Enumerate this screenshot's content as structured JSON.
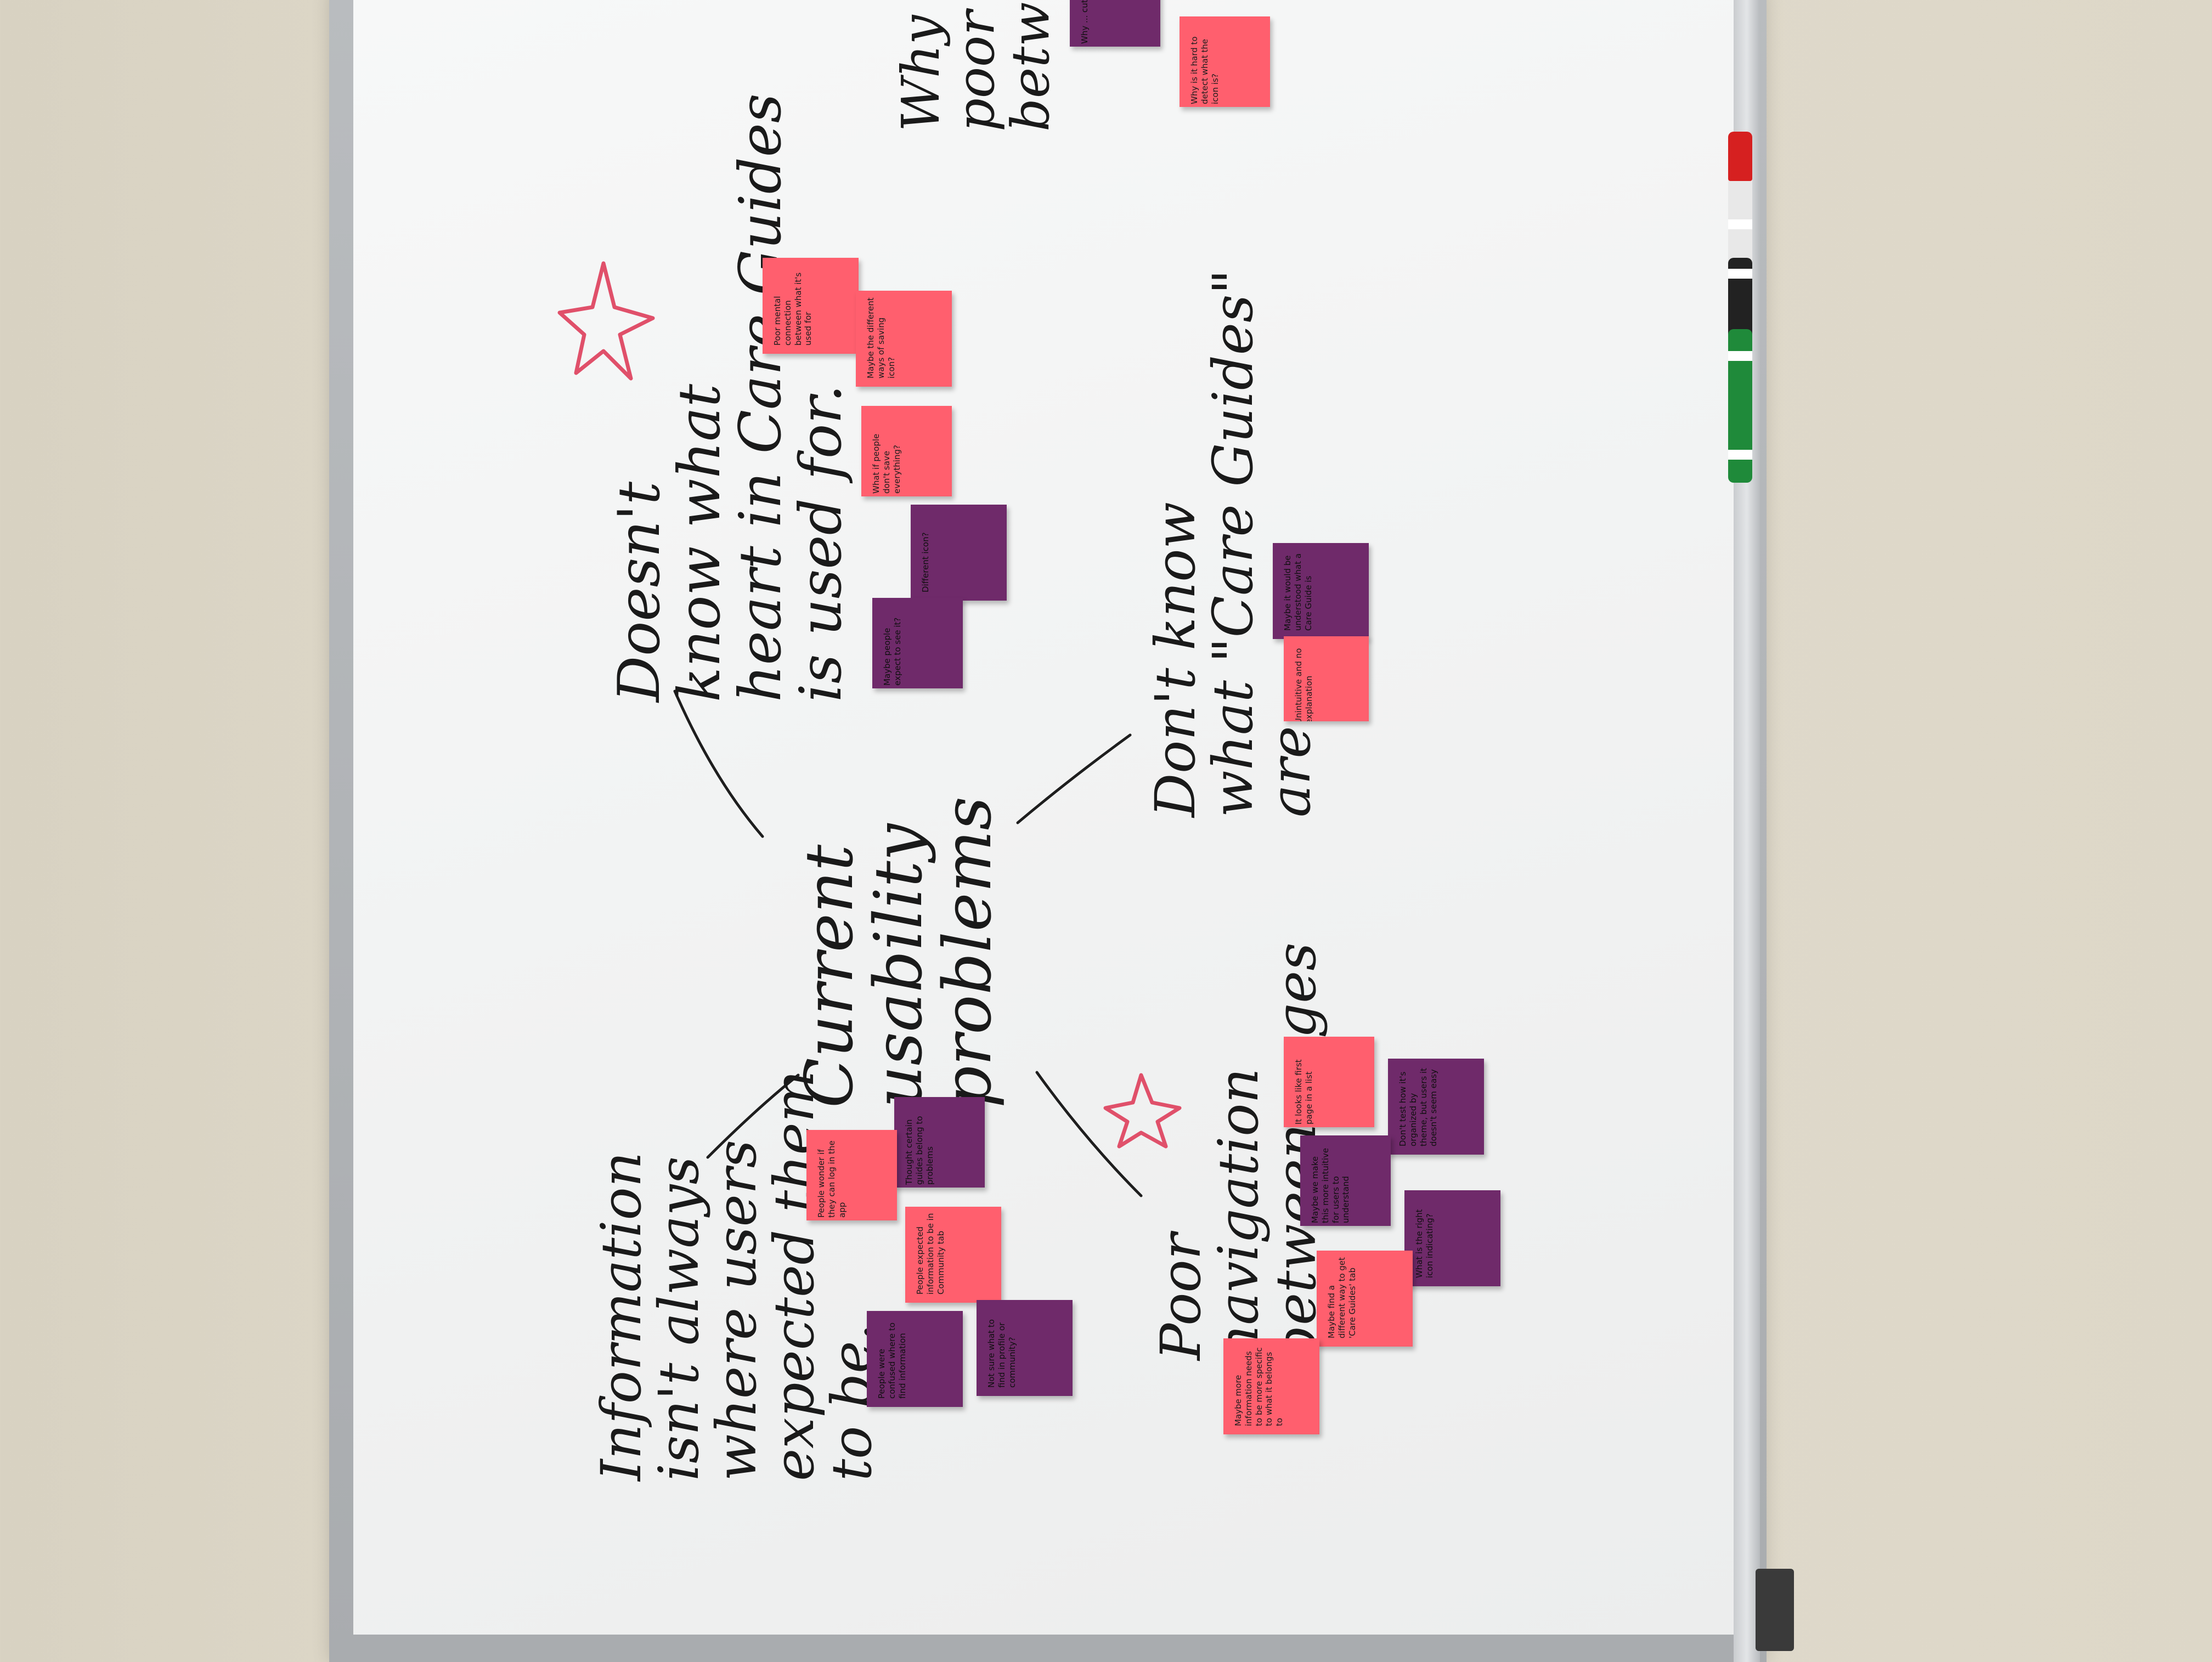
{
  "scene": {
    "description_color": {
      "wall": "#ddd7c8",
      "board": "#f2f3f3",
      "frame": "#b2b5b8",
      "pink_note": "#ff5f6e",
      "purple_note": "#6f2a6a",
      "star": "#e0506a"
    }
  },
  "whiteboard": {
    "center_topic": "Current\nusability\nproblems",
    "branches": [
      {
        "id": "doesnt-know-heart",
        "label": "Doesn't\nknow what\nheart in Care Guides\nis used for."
      },
      {
        "id": "dont-know-care-guides",
        "label": "Don't know\nwhat \"Care Guides\"\nare"
      },
      {
        "id": "poor-navigation",
        "label": "Poor\nnavigation\nbetween pages"
      },
      {
        "id": "information-not-expected",
        "label": "Information\nisn't always\nwhere users\nexpected them\nto be."
      },
      {
        "id": "top-right",
        "label": "Why\npoor n\nbetwee"
      }
    ],
    "notes": [
      {
        "group": "top-right",
        "color": "purple",
        "text": "Why ... cut off"
      },
      {
        "group": "top-right",
        "color": "pink",
        "text": "Why is it hard to detect what the icon is?"
      },
      {
        "group": "heart",
        "color": "pink",
        "text": "Poor mental connection between what it's used for"
      },
      {
        "group": "heart",
        "color": "pink",
        "text": "Maybe the different ways of saving icon?"
      },
      {
        "group": "heart",
        "color": "pink",
        "text": "What if people don't save everything?"
      },
      {
        "group": "heart",
        "color": "purple",
        "text": "Different icon?"
      },
      {
        "group": "heart",
        "color": "purple",
        "text": "Maybe people expect to see it?"
      },
      {
        "group": "care-guides",
        "color": "purple",
        "text": "Maybe it would be understood what a Care Guide is"
      },
      {
        "group": "care-guides",
        "color": "pink",
        "text": "Unintuitive and no explanation"
      },
      {
        "group": "navigation",
        "color": "pink",
        "text": "It looks like first page in a list"
      },
      {
        "group": "navigation",
        "color": "purple",
        "text": "Don't test how it's organized by theme, but users it doesn't seem easy"
      },
      {
        "group": "navigation",
        "color": "purple",
        "text": "Maybe we make this more intuitive for users to understand"
      },
      {
        "group": "navigation",
        "color": "purple",
        "text": "What is the right icon indicating?"
      },
      {
        "group": "navigation",
        "color": "pink",
        "text": "Maybe find a different way to get 'Care Guides' tab"
      },
      {
        "group": "navigation",
        "color": "pink",
        "text": "Maybe more information needs to be more specific to what it belongs to"
      },
      {
        "group": "information",
        "color": "purple",
        "text": "Thought certain guides belong to problems"
      },
      {
        "group": "information",
        "color": "pink",
        "text": "People wonder if they can log in the app"
      },
      {
        "group": "information",
        "color": "pink",
        "text": "People expected information to be in Community tab"
      },
      {
        "group": "information",
        "color": "purple",
        "text": "People were confused where to find information"
      },
      {
        "group": "information",
        "color": "purple",
        "text": "Not sure what to find in profile or community?"
      }
    ]
  }
}
